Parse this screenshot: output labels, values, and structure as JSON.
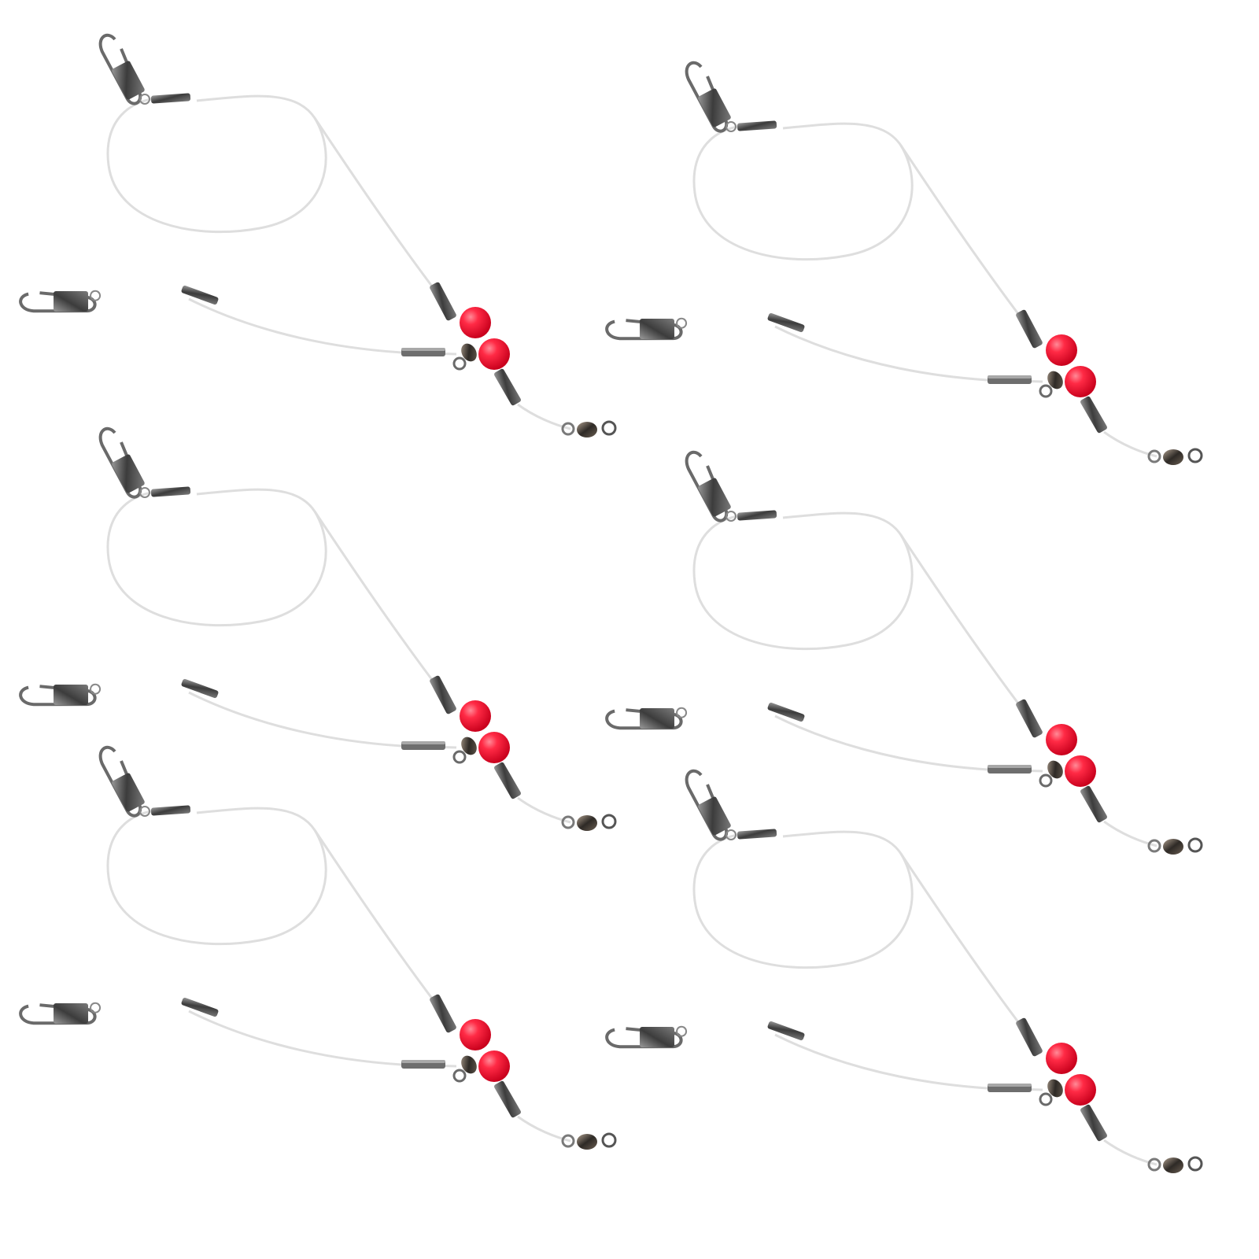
{
  "photo": {
    "subject": "fishing-leader-rigs",
    "background_color": "#ffffff",
    "line_color": "#dcdcdc",
    "bead_color": "#ff1f3a",
    "metal_color": "#5a5a5a",
    "rig_count": 6
  },
  "rigs": [
    {
      "id": "rig-1"
    },
    {
      "id": "rig-2"
    },
    {
      "id": "rig-3"
    },
    {
      "id": "rig-4"
    },
    {
      "id": "rig-5"
    },
    {
      "id": "rig-6"
    }
  ]
}
